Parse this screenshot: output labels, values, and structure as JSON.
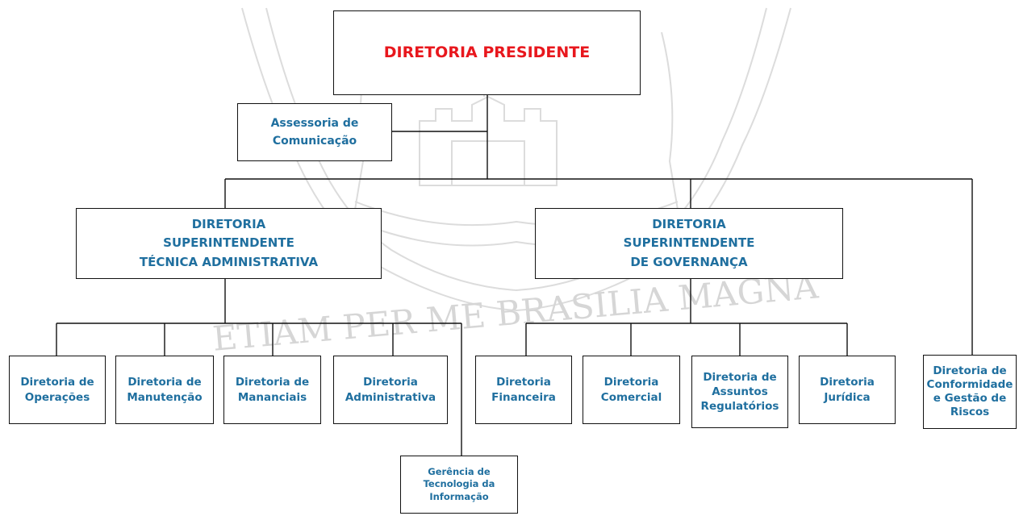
{
  "watermark": {
    "motto": "ETIAM PER ME BRASILIA MAGNA"
  },
  "nodes": {
    "presidente": {
      "lines": [
        "DIRETORIA PRESIDENTE"
      ]
    },
    "assessoria": {
      "lines": [
        "Assessoria de",
        "Comunicação"
      ]
    },
    "sup_tecnica": {
      "lines": [
        "DIRETORIA",
        "SUPERINTENDENTE",
        "TÉCNICA ADMINISTRATIVA"
      ]
    },
    "sup_governanca": {
      "lines": [
        "DIRETORIA",
        "SUPERINTENDENTE",
        "DE GOVERNANÇA"
      ]
    },
    "operacoes": {
      "lines": [
        "Diretoria de",
        "Operações"
      ]
    },
    "manutencao": {
      "lines": [
        "Diretoria de",
        "Manutenção"
      ]
    },
    "mananciais": {
      "lines": [
        "Diretoria de",
        "Mananciais"
      ]
    },
    "administrativa": {
      "lines": [
        "Diretoria",
        "Administrativa"
      ]
    },
    "gerencia_ti": {
      "lines": [
        "Gerência de",
        "Tecnologia da",
        "Informação"
      ]
    },
    "financeira": {
      "lines": [
        "Diretoria",
        "Financeira"
      ]
    },
    "comercial": {
      "lines": [
        "Diretoria",
        "Comercial"
      ]
    },
    "regulatorios": {
      "lines": [
        "Diretoria de",
        "Assuntos",
        "Regulatórios"
      ]
    },
    "juridica": {
      "lines": [
        "Diretoria",
        "Jurídica"
      ]
    },
    "conformidade": {
      "lines": [
        "Diretoria de",
        "Conformidade",
        "e Gestão de",
        "Riscos"
      ]
    }
  },
  "colors": {
    "title_red": "#e8171d",
    "text_blue": "#1f6f9f",
    "line": "#111111",
    "watermark": "#c9c9c9"
  }
}
